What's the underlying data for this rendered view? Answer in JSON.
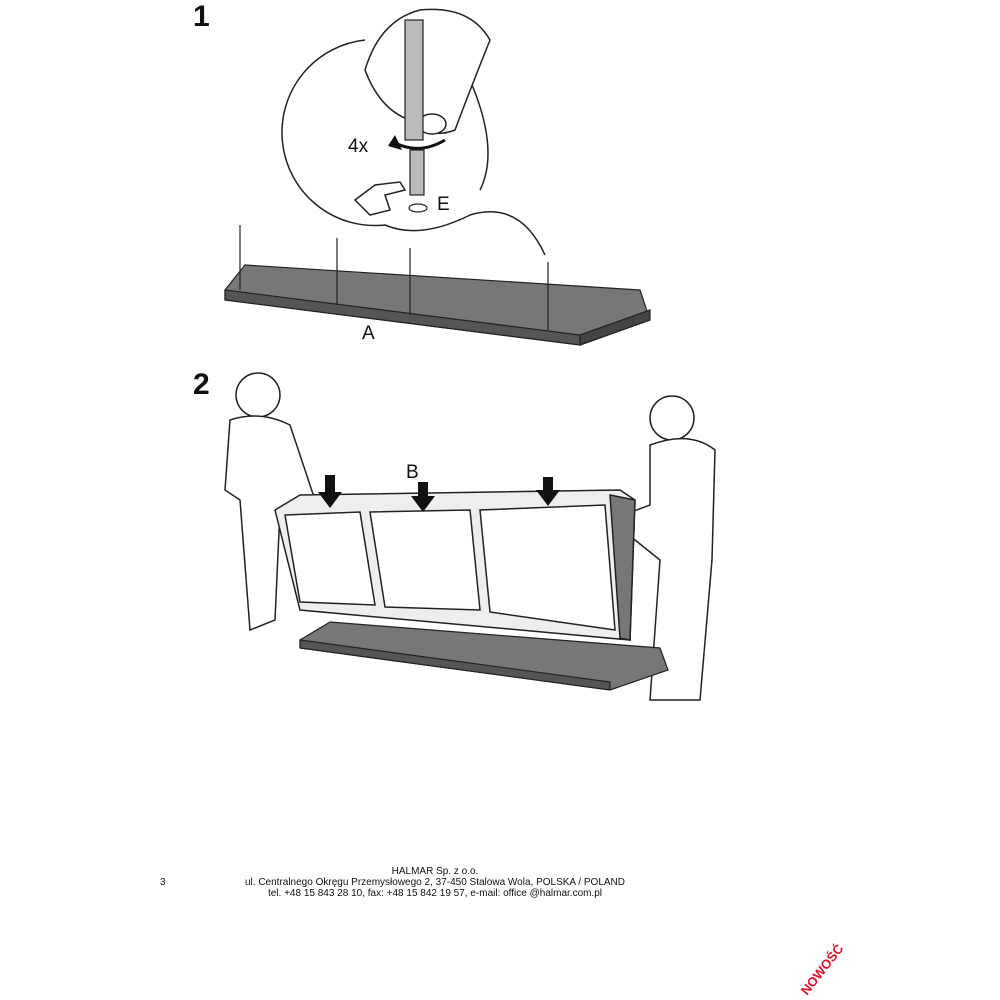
{
  "steps": [
    {
      "number": "1",
      "labels": {
        "count": "4x",
        "part_e": "E",
        "part_a": "A"
      }
    },
    {
      "number": "2",
      "labels": {
        "part_b": "B"
      }
    }
  ],
  "footer": {
    "page_number": "3",
    "company": "HALMAR Sp. z o.o.",
    "address": "ul. Centralnego Okręgu Przemysłowego 2, 37-450 Stalowa Wola, POLSKA / POLAND",
    "contact": "tel. +48 15 843 28 10, fax: +48 15 842 19 57, e-mail: office @halmar.com.pl"
  },
  "stamp": "NOWOŚĆ",
  "colors": {
    "stamp": "#e0102a",
    "part": "#6e6e6e"
  }
}
